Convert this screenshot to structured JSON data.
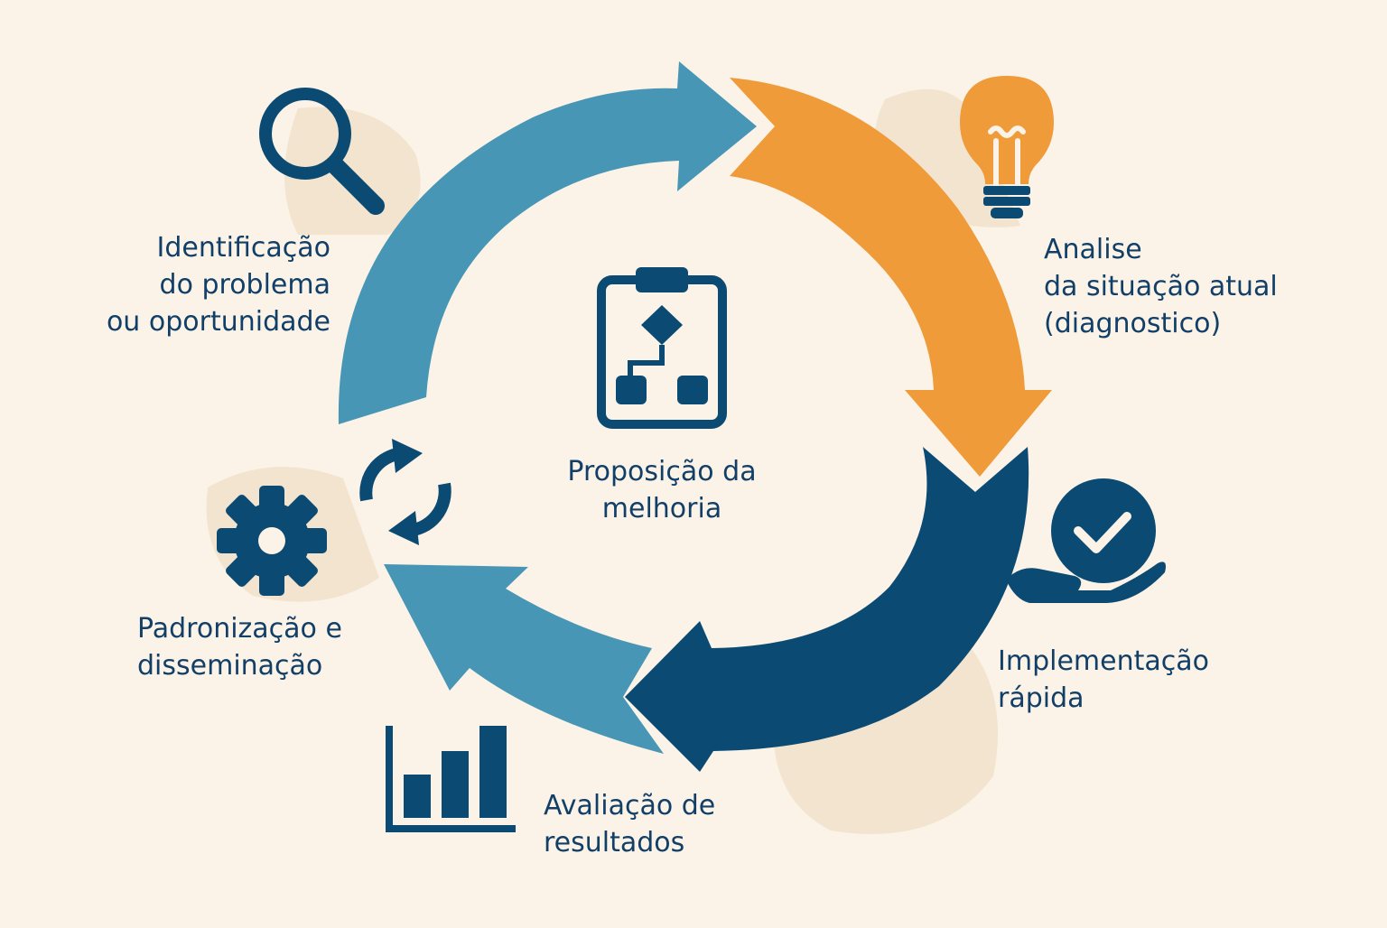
{
  "colors": {
    "background": "#fbf3e7",
    "blob": "#f3e4cf",
    "blue_light": "#4896b6",
    "orange": "#ef9b3a",
    "navy": "#0b4a72",
    "text": "#123f68"
  },
  "steps": [
    {
      "id": "identificacao",
      "icon": "magnifier-icon",
      "lines": [
        "Identificação",
        "do problema",
        "ou oportunidade"
      ]
    },
    {
      "id": "analise",
      "icon": "lightbulb-icon",
      "lines": [
        "Analise",
        "da situação atual",
        "(diagnostico)"
      ]
    },
    {
      "id": "implementacao",
      "icon": "hand-check-icon",
      "lines": [
        "Implementação",
        "rápida"
      ]
    },
    {
      "id": "avaliacao",
      "icon": "bar-chart-icon",
      "lines": [
        "Avaliação de",
        "resultados"
      ]
    },
    {
      "id": "padronizacao",
      "icon": "gear-icon",
      "lines": [
        "Padronização e",
        "disseminação"
      ]
    }
  ],
  "center": {
    "icon": "flowchart-clipboard-icon",
    "lines": [
      "Proposição da",
      "melhoria"
    ]
  },
  "cycle_icon": "refresh-icon"
}
